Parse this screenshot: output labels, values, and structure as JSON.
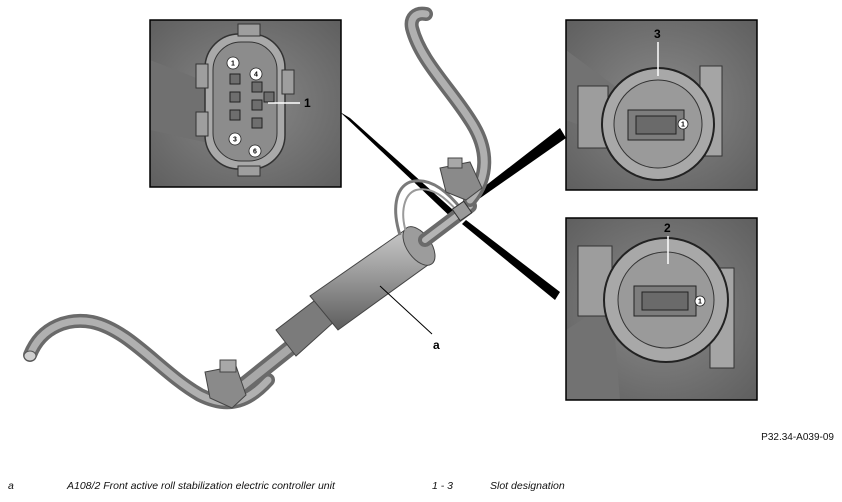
{
  "figure": {
    "code": "P32.34-A039-09",
    "callouts": {
      "main_unit": "a",
      "slot_1": "1",
      "slot_2": "2",
      "slot_3": "3"
    },
    "pins": {
      "inset_top_left": [
        "1",
        "4",
        "3",
        "6"
      ],
      "inset_top_right": [
        "1"
      ],
      "inset_bottom_right": [
        "1"
      ]
    }
  },
  "legend": [
    {
      "key": "a",
      "text": "A108/2 Front active roll stabilization electric controller unit"
    },
    {
      "key": "1 - 3",
      "text": "Slot designation"
    }
  ],
  "colors": {
    "background": "#ffffff",
    "part_gray": "#8e8e8e",
    "frame": "#000000"
  }
}
